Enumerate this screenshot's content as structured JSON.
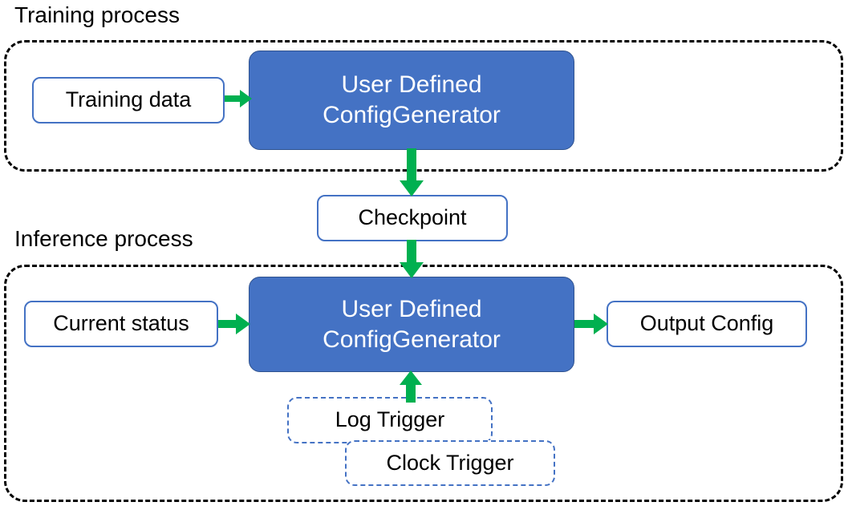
{
  "diagram": {
    "title_training": "Training process",
    "title_inference": "Inference process",
    "colors": {
      "process_fill": "#4472C4",
      "process_border": "#2F528F",
      "node_border": "#4472C4",
      "arrow": "#00B050",
      "group_border": "#000000",
      "text_dark": "#000000",
      "text_light": "#FFFFFF",
      "background": "#FFFFFF"
    }
  },
  "training": {
    "label": "Training process",
    "input": {
      "label": "Training data"
    },
    "process": {
      "line1": "User Defined",
      "line2": "ConfigGenerator"
    }
  },
  "checkpoint": {
    "label": "Checkpoint"
  },
  "inference": {
    "label": "Inference process",
    "input": {
      "label": "Current status"
    },
    "process": {
      "line1": "User Defined",
      "line2": "ConfigGenerator"
    },
    "output": {
      "label": "Output Config"
    },
    "triggers": [
      {
        "label": "Log Trigger"
      },
      {
        "label": "Clock Trigger"
      }
    ]
  },
  "arrows": [
    {
      "name": "training-data-to-generator",
      "from": "Training data",
      "to": "User Defined ConfigGenerator",
      "direction": "right"
    },
    {
      "name": "generator-to-checkpoint",
      "from": "User Defined ConfigGenerator",
      "to": "Checkpoint",
      "direction": "down"
    },
    {
      "name": "checkpoint-to-generator",
      "from": "Checkpoint",
      "to": "User Defined ConfigGenerator",
      "direction": "down"
    },
    {
      "name": "current-status-to-generator",
      "from": "Current status",
      "to": "User Defined ConfigGenerator",
      "direction": "right"
    },
    {
      "name": "generator-to-output-config",
      "from": "User Defined ConfigGenerator",
      "to": "Output Config",
      "direction": "right"
    },
    {
      "name": "triggers-to-generator",
      "from": "Log Trigger / Clock Trigger",
      "to": "User Defined ConfigGenerator",
      "direction": "up"
    }
  ]
}
